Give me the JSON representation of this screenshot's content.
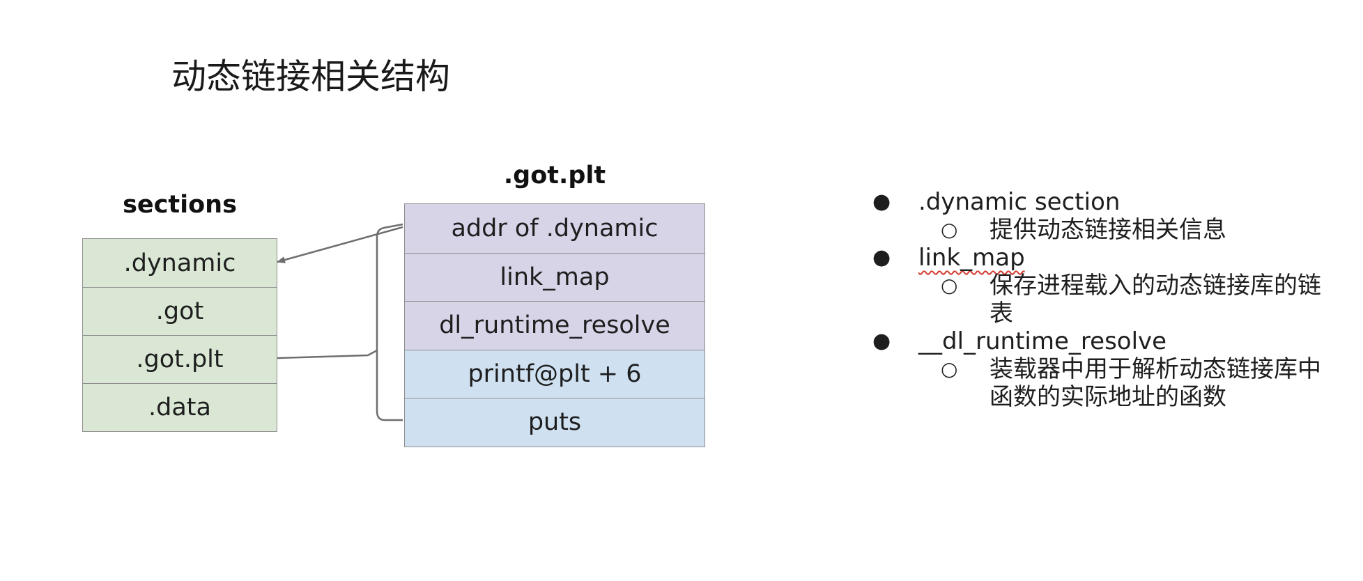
{
  "title": "动态链接相关结构",
  "sections": {
    "header": "sections",
    "cells": [
      ".dynamic",
      ".got",
      ".got.plt",
      ".data"
    ]
  },
  "got_plt": {
    "header": ".got.plt",
    "cells": [
      "addr of .dynamic",
      "link_map",
      "dl_runtime_resolve",
      "printf@plt + 6",
      "puts"
    ]
  },
  "bullets": [
    {
      "term": ".dynamic section",
      "desc": "提供动态链接相关信息"
    },
    {
      "term": "link_map",
      "desc": "保存进程载入的动态链接库的链表"
    },
    {
      "term": "__dl_runtime_resolve",
      "desc": "装载器中用于解析动态链接库中函数的实际地址的函数"
    }
  ],
  "colors": {
    "sections_fill": "#d9e7d4",
    "got_header_fill": "#d7d4e8",
    "got_entry_fill": "#cfe1f1",
    "connector": "#6e6e6e",
    "spellcheck_underline": "#d23b2f"
  },
  "icons": {
    "bullet": "filled-dot",
    "sub_bullet": "hollow-circle",
    "arrow": "arrowhead-left"
  }
}
